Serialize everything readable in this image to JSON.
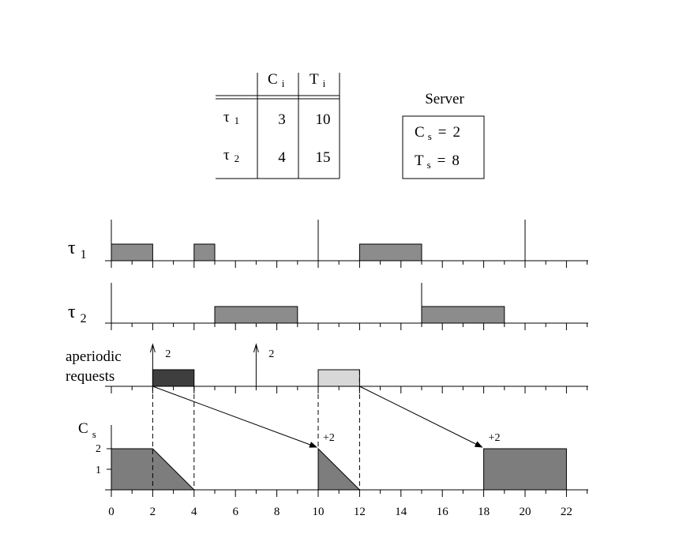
{
  "table": {
    "col_c": "C",
    "col_c_sub": "i",
    "col_t": "T",
    "col_t_sub": "i",
    "rows": [
      {
        "task": "τ",
        "task_sub": "1",
        "c": "3",
        "t": "10"
      },
      {
        "task": "τ",
        "task_sub": "2",
        "c": "4",
        "t": "15"
      }
    ]
  },
  "server": {
    "title": "Server",
    "cs_label": "C",
    "cs_sub": "s",
    "cs_eq": "=",
    "cs_value": "2",
    "ts_label": "T",
    "ts_sub": "s",
    "ts_eq": "=",
    "ts_value": "8"
  },
  "rows": {
    "tau1": {
      "label": "τ",
      "sub": "1"
    },
    "tau2": {
      "label": "τ",
      "sub": "2"
    },
    "aperiodic": {
      "line1": "aperiodic",
      "line2": "requests"
    },
    "cs": {
      "label": "C",
      "sub": "s",
      "y_ticks": [
        "2",
        "1"
      ]
    }
  },
  "timeline": {
    "min": 0,
    "max": 23,
    "major_labels": [
      "0",
      "2",
      "4",
      "6",
      "8",
      "10",
      "12",
      "14",
      "16",
      "18",
      "20",
      "22"
    ]
  },
  "chart_data": {
    "type": "timeline",
    "tau1_exec": [
      [
        0,
        2
      ],
      [
        4,
        5
      ],
      [
        12,
        15
      ]
    ],
    "tau1_deadlines": [
      10,
      20
    ],
    "tau2_exec": [
      [
        5,
        9
      ],
      [
        15,
        19
      ]
    ],
    "tau2_deadlines": [
      15
    ],
    "aperiodic_requests": [
      {
        "time": 2,
        "label": "2"
      },
      {
        "time": 7,
        "label": "2"
      }
    ],
    "aperiodic_service": [
      {
        "start": 2,
        "end": 4,
        "color": "#3e3e3e"
      },
      {
        "start": 10,
        "end": 12,
        "color": "#d8d8d8"
      }
    ],
    "replenishments": [
      {
        "from": 2,
        "to": 10,
        "label": "+2"
      },
      {
        "from": 12,
        "to": 18,
        "label": "+2"
      }
    ],
    "capacity": [
      [
        [
          0,
          2
        ],
        [
          2,
          2
        ],
        [
          4,
          0
        ],
        [
          0,
          0
        ]
      ],
      [
        [
          10,
          2
        ],
        [
          12,
          0
        ],
        [
          10,
          0
        ]
      ],
      [
        [
          18,
          2
        ],
        [
          22,
          2
        ],
        [
          22,
          0
        ],
        [
          18,
          0
        ]
      ]
    ],
    "colors": {
      "exec": "#8c8c8c",
      "capacity": "#7d7d7d"
    }
  }
}
